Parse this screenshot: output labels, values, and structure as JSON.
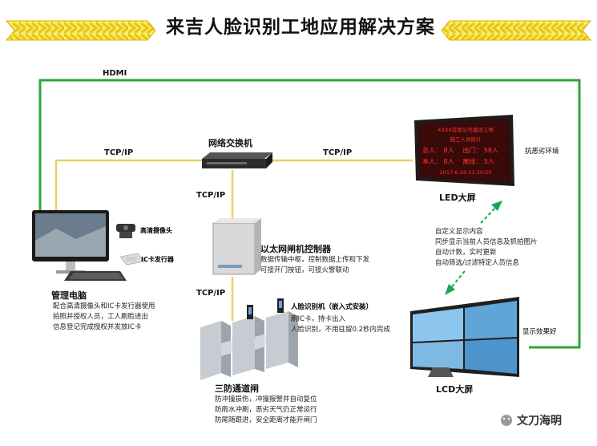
{
  "title": "来吉人脸识别工地应用解决方案",
  "links": {
    "hdmi": "HDMI",
    "tcp_left": "TCP/IP",
    "tcp_right": "TCP/IP",
    "tcp_mid1": "TCP/IP",
    "tcp_mid2": "TCP/IP"
  },
  "switch": {
    "label": "网络交换机"
  },
  "pc": {
    "label": "管理电脑",
    "camera": "高清摄像头",
    "card_issuer": "IC卡发行器",
    "desc": [
      "配合高清摄像头和IC卡发行器使用",
      "拍照并授权人员，工人刷脸进出",
      "信息登记完成授权并发放IC卡"
    ]
  },
  "controller": {
    "label": "以太网闸机控制器",
    "desc": [
      "数据传输中枢，控制数据上传和下发",
      "可接开门按钮，可接火警联动"
    ]
  },
  "gate": {
    "label": "三防通道闸",
    "reader_title": "人脸识别机（嵌入式安装）",
    "reader_desc": [
      "刷IC卡，持卡出入",
      "人脸识别，不用驻留0.2秒内完成"
    ],
    "desc": [
      "防冲撞损伤，冲撞报警并自动复位",
      "防雨水冲刷，恶劣天气仍正常运行",
      "防尾随跟进，安全距离才能开闸门"
    ]
  },
  "led": {
    "label": "LED大屏",
    "note": "抗恶劣环境",
    "screen_lines": [
      "XXXX有限公司建设工地",
      "施工人员统计",
      "总人：",
      "8人",
      "出门：",
      "58人",
      "本人：",
      "8人",
      "离线：",
      "5人",
      "2017-6-26 11:20:50"
    ]
  },
  "features": [
    "自定义显示内容",
    "同步显示当前人员信息及抓拍图片",
    "自动计数，实时更新",
    "自动筛选/过滤特定人员信息"
  ],
  "lcd": {
    "label": "LCD大屏",
    "note": "显示效果好"
  },
  "watermark": "文刀海明",
  "colors": {
    "line": "#2fa53a",
    "yellow": "#f2e01c",
    "arrow": "#1aa655"
  }
}
